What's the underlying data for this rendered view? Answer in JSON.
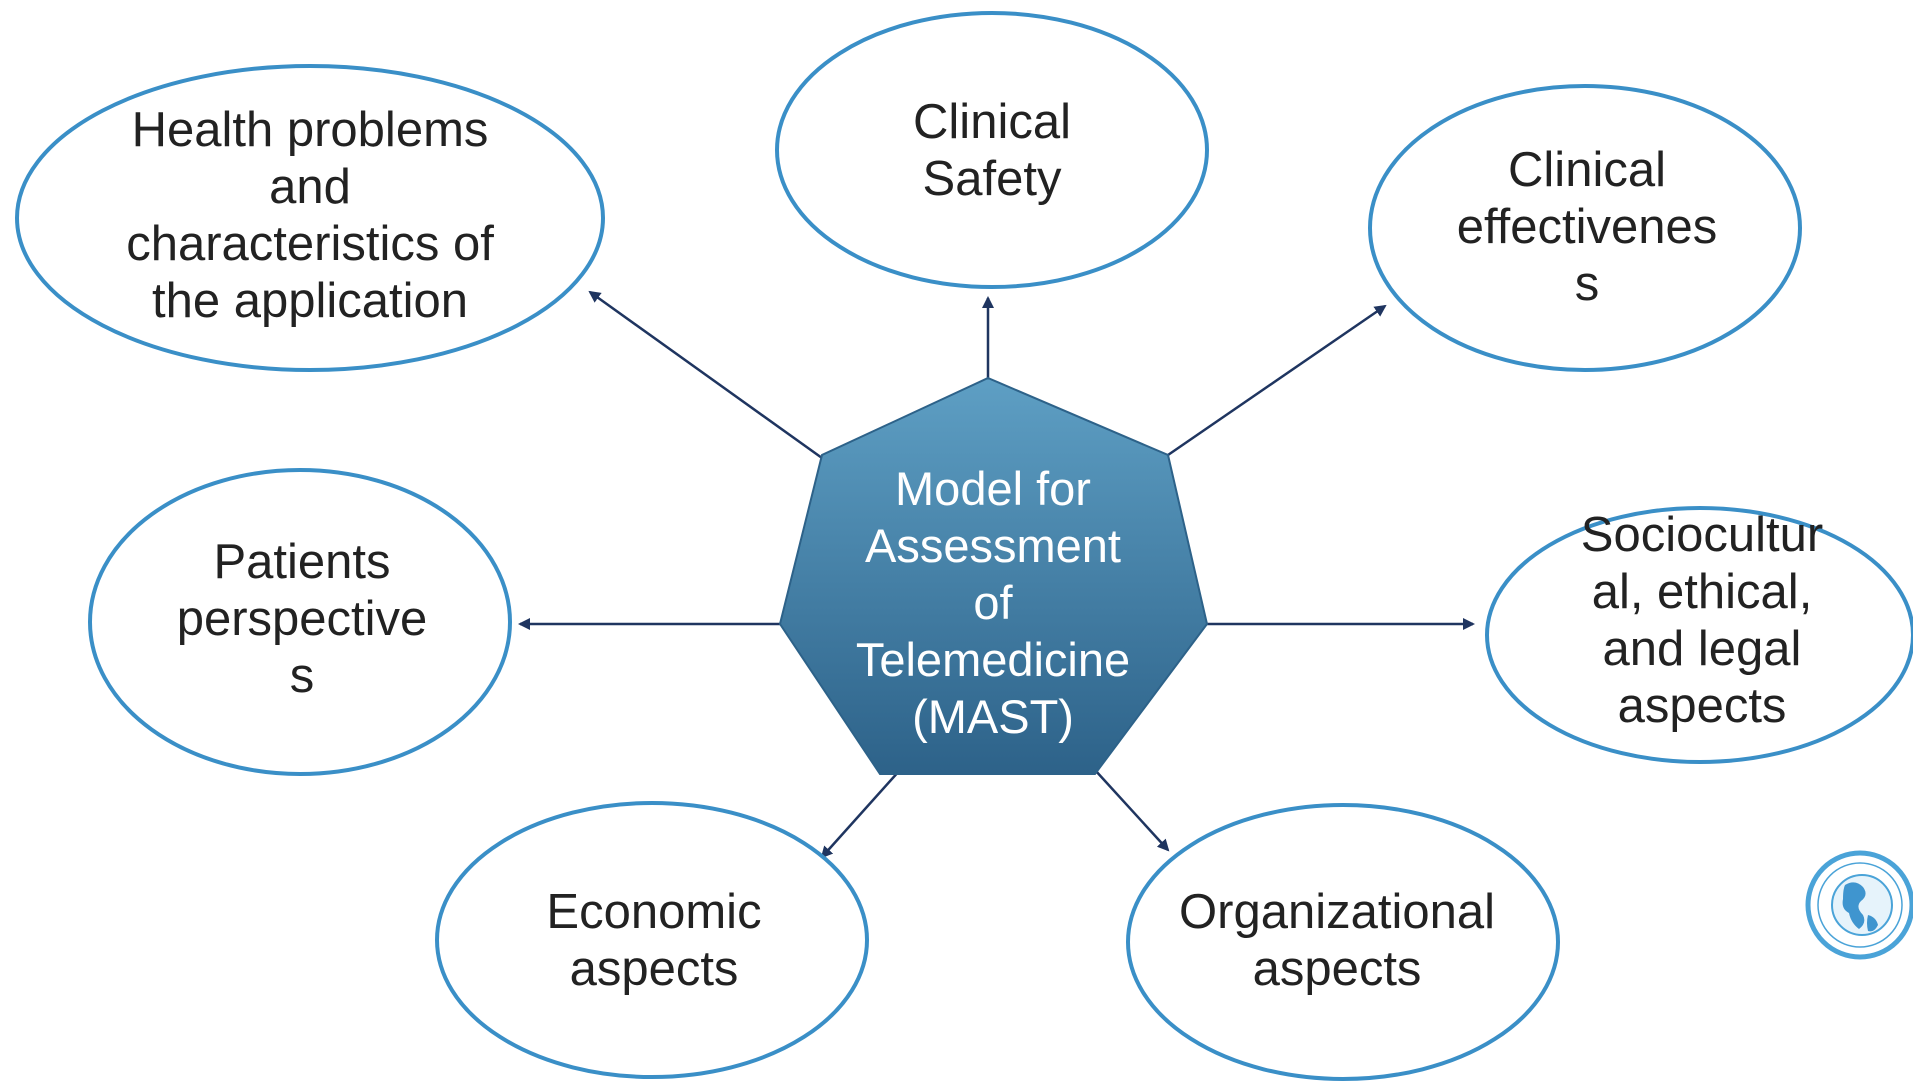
{
  "center": {
    "lines": [
      "Model for",
      "Assessment",
      "of",
      "Telemedicine",
      "(MAST)"
    ]
  },
  "nodes": [
    {
      "id": "health-problems",
      "lines": [
        "Health problems",
        "and",
        "characteristics of",
        "the application"
      ]
    },
    {
      "id": "clinical-safety",
      "lines": [
        "Clinical",
        "Safety"
      ]
    },
    {
      "id": "clinical-effectiveness",
      "lines": [
        "Clinical",
        "effectivenes",
        "s"
      ]
    },
    {
      "id": "patients-perspectives",
      "lines": [
        "Patients",
        "perspective",
        "s"
      ]
    },
    {
      "id": "sociocultural",
      "lines": [
        "Sociocultur",
        "al, ethical,",
        "and legal",
        "aspects"
      ]
    },
    {
      "id": "economic",
      "lines": [
        "Economic",
        "aspects"
      ]
    },
    {
      "id": "organizational",
      "lines": [
        "Organizational",
        "aspects"
      ]
    }
  ],
  "colors": {
    "ellipse_stroke": "#3a8fc7",
    "center_top": "#5e9fc4",
    "center_bottom": "#2d6289",
    "arrow": "#1f3560"
  },
  "icons": [
    "globe-seal-icon"
  ]
}
